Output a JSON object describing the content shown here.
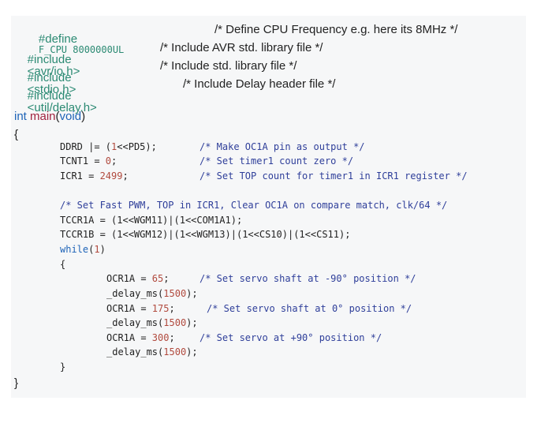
{
  "colors": {
    "panel_bg": "#f6f7f8",
    "keyword": "#1f64b8",
    "preprocessor": "#2b8a73",
    "function_name": "#a0213e",
    "number": "#b14a3e",
    "comment": "#2f3f9a",
    "text": "#222222"
  },
  "code": {
    "define_line": {
      "directive": "#define",
      "macro": "F_CPU 8000000UL",
      "comment": "/* Define CPU Frequency e.g. here its 8MHz */"
    },
    "include_io": {
      "directive": "#include",
      "header": "<avr/io.h>",
      "comment": "/* Include AVR std. library file */"
    },
    "include_stdio": {
      "directive": "#include",
      "header": "<stdio.h>",
      "comment": "/* Include std. library file */"
    },
    "include_delay": {
      "directive": "#include",
      "header": "<util/delay.h>",
      "comment": "/* Include Delay header file */"
    },
    "main_sig": {
      "type": "int",
      "name": "main",
      "open_paren": "(",
      "param": "void",
      "close_paren": ")"
    },
    "brace_open": "{",
    "brace_close": "}",
    "ddrd": {
      "pre": "DDRD |= (",
      "num": "1",
      "post": "<<PD5);",
      "comment": "/* Make OC1A pin as output */"
    },
    "tcnt1": {
      "pre": "TCNT1 = ",
      "num": "0",
      "post": ";",
      "comment": "/* Set timer1 count zero */"
    },
    "icr1": {
      "pre": "ICR1 = ",
      "num": "2499",
      "post": ";",
      "comment": "/* Set TOP count for timer1 in ICR1 register */"
    },
    "fast_pwm_comment": "/* Set Fast PWM, TOP in ICR1, Clear OC1A on compare match, clk/64 */",
    "tccr1a": "TCCR1A = (1<<WGM11)|(1<<COM1A1);",
    "tccr1b": "TCCR1B = (1<<WGM12)|(1<<WGM13)|(1<<CS10)|(1<<CS11);",
    "while_line": {
      "keyword": "while",
      "open": "(",
      "num": "1",
      "close": ")"
    },
    "while_brace_open": "{",
    "while_brace_close": "}",
    "ocr_a": {
      "pre": "OCR1A = ",
      "num": "65",
      "post": ";",
      "comment": "/* Set servo shaft at -90° position */"
    },
    "delay_a": {
      "name": "_delay_ms",
      "open": "(",
      "num": "1500",
      "close": ");"
    },
    "ocr_b": {
      "pre": "OCR1A = ",
      "num": "175",
      "post": ";",
      "comment": "/* Set servo shaft at 0° position */"
    },
    "delay_b": {
      "name": "_delay_ms",
      "open": "(",
      "num": "1500",
      "close": ");"
    },
    "ocr_c": {
      "pre": "OCR1A = ",
      "num": "300",
      "post": ";",
      "comment": "/* Set servo at +90° position */"
    },
    "delay_c": {
      "name": "_delay_ms",
      "open": "(",
      "num": "1500",
      "close": ");"
    }
  }
}
